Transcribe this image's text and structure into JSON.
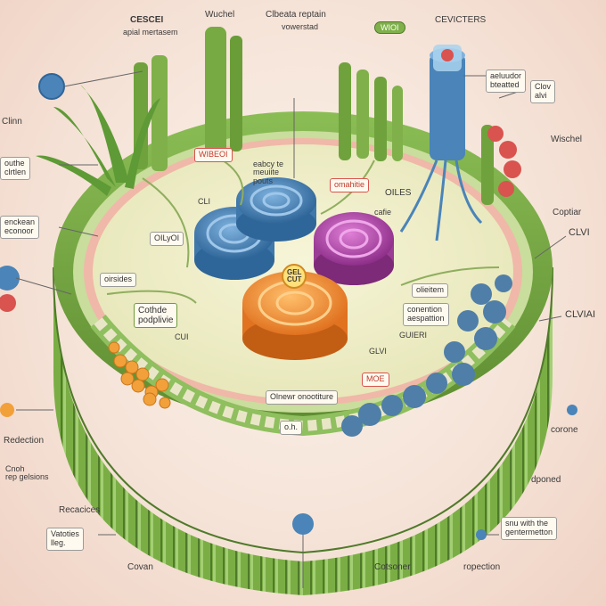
{
  "labels": {
    "top_left_title": "CESCEI",
    "top_left_sub": "apial mertasem",
    "top_wuchel": "Wuchel",
    "top_center_title": "Clbeata reptain",
    "top_center_sub": "vowerstad",
    "top_badge": "WIOI",
    "top_right_title": "CEVICTERS",
    "top_right_box": "aeluudor\nbteatted",
    "right_clov": "Clov\nalvi",
    "right_wischel": "Wischel",
    "right_coptiar": "Coptiar",
    "right_clvl": "CLVI",
    "right_clviai": "CLVIAI",
    "right_corone": "corone",
    "right_dponed": "dponed",
    "right_snu": "snu with the\ngentermetton",
    "left_clinn": "Clinn",
    "left_outhe": "outhe\nclrtlen",
    "left_enckean": "enckean\neconoor",
    "left_redection": "Redection",
    "left_cnoh": "Cnoh\nrep gelsions",
    "bottom_recacices": "Recacices",
    "bottom_vatoties": "Vatoties\nlleg.",
    "bottom_covan": "Covan",
    "bottom_cotsoner": "Cotsoner",
    "bottom_ropection": "ropection",
    "inner_wibeor": "WIBEOI",
    "inner_eabcy": "eabcy te\nmeuiite\npouts",
    "inner_omahitie": "omahitie",
    "inner_oiles": "OILES",
    "inner_cafe": "cafie",
    "inner_cli": "CLI",
    "inner_oilyor": "OILyOI",
    "inner_oirsides": "oirsides",
    "inner_cothde": "Cothde\npodplivie",
    "inner_cui": "CUI",
    "inner_gelcut": "GEL\nCUT",
    "inner_olietem": "olieitem",
    "inner_conention": "conention\naespattion",
    "inner_guieri": "GUIERI",
    "inner_olnewr": "Olnewr onootiture",
    "inner_olh": "o.h.",
    "inner_moe": "MOE",
    "inner_glvi": "GLVI"
  },
  "colors": {
    "cell_wall": "#6e9e3c",
    "cell_wall_dark": "#4f7a2a",
    "cytoplasm": "#f3f0c8",
    "organelle_blue": "#4a84b8",
    "organelle_purple": "#b04aa8",
    "organelle_orange": "#f2913a",
    "vacuole_blue": "#4f7ea8",
    "accent_red": "#d9534f"
  }
}
